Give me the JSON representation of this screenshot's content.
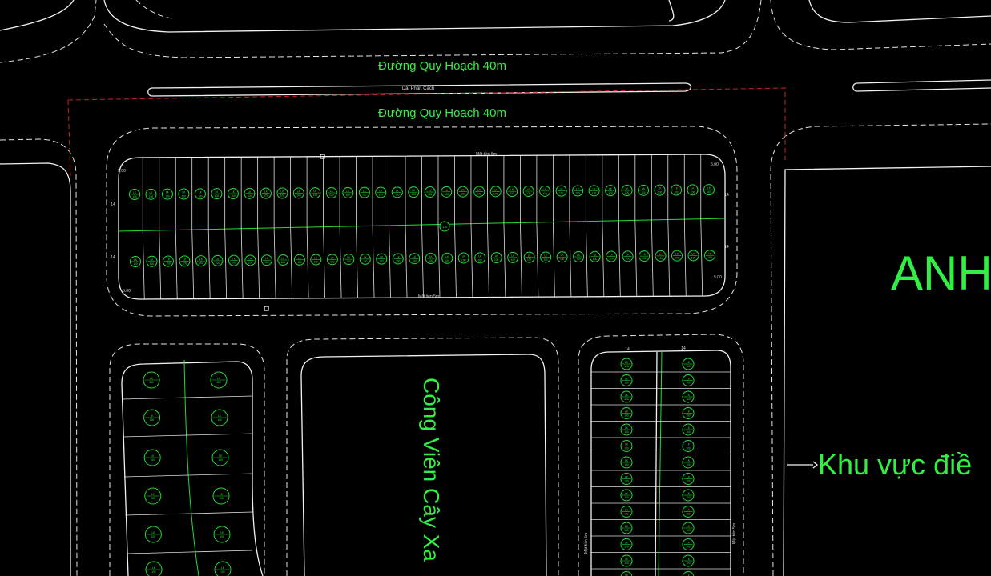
{
  "drawing": {
    "road_labels": {
      "top": "Đường Quy Hoạch 40m",
      "median": "Dải Phân Cách",
      "bottom": "Đường Quy Hoạch 40m"
    },
    "block_labels": {
      "top_edge": "Mặt tiền 5m",
      "bottom_edge": "Mặt tiền 5m",
      "right_block_left": "Mặt tiền 5m",
      "right_block_right": "Mặt tiền 5m"
    },
    "park_label": "Công Viên Cây Xa",
    "big_label": "ANH",
    "area_label": "Khu vực điề",
    "arrow": "→",
    "dim_14": "14",
    "corner_dim": "5.00",
    "lot_code": "LK",
    "lot_area": "100",
    "center_mark": "1.5"
  },
  "colors": {
    "background": "#000000",
    "text_green": "#33ee44",
    "lines_white": "#f2f2f2",
    "boundary_red": "#cc2020"
  }
}
